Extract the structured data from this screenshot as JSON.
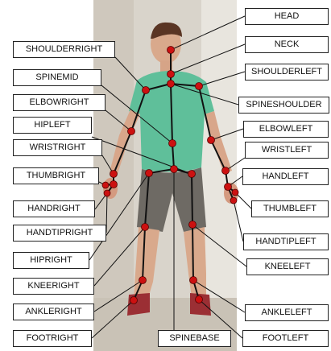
{
  "joint_color": "#cc1111",
  "bone_color": "#111111",
  "labels": {
    "head": "HEAD",
    "neck": "NECK",
    "shoulderleft": "SHOULDERLEFT",
    "spineshoulder": "SPINESHOULDER",
    "elbowleft": "ELBOWLEFT",
    "wristleft": "WRISTLEFT",
    "handleft": "HANDLEFT",
    "thumbleft": "THUMBLEFT",
    "handtipleft": "HANDTIPLEFT",
    "kneeleft": "KNEELEFT",
    "ankleleft": "ANKLELEFT",
    "footleft": "FOOTLEFT",
    "spinebase": "SPINEBASE",
    "shoulderright": "SHOULDERRIGHT",
    "spinemid": "SPINEMID",
    "elbowright": "ELBOWRIGHT",
    "hipleft": "HIPLEFT",
    "wristright": "WRISTRIGHT",
    "thumbright": "THUMBRIGHT",
    "handright": "HANDRIGHT",
    "handtipright": "HANDTIPRIGHT",
    "hipright": "HIPRIGHT",
    "kneeright": "KNEERIGHT",
    "ankleright": "ANKLERIGHT",
    "footright": "FOOTRIGHT"
  }
}
